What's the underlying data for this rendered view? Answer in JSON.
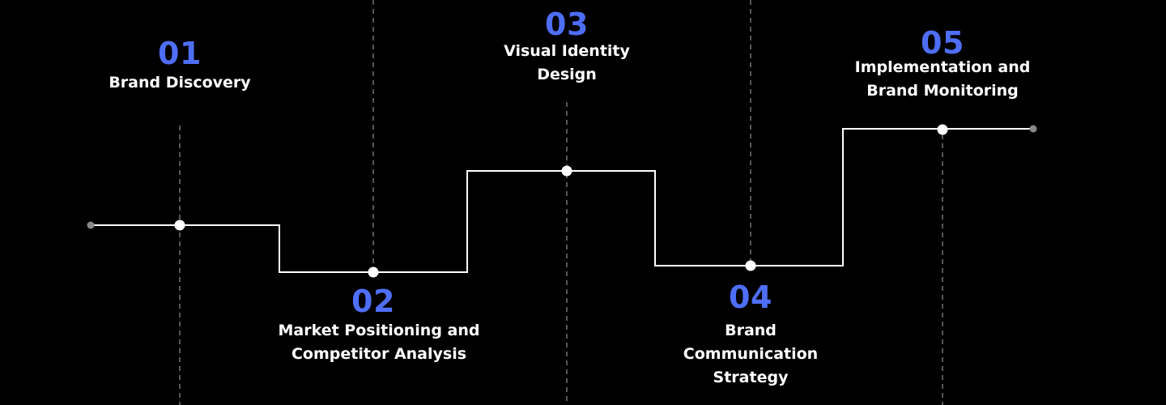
{
  "colors": {
    "background": "#000000",
    "number": "#4f6ef7",
    "label": "#ffffff",
    "path": "#ffffff",
    "guide": "#6b6b6b",
    "endpoint": "#8a8a8a"
  },
  "steps": [
    {
      "number": "01",
      "label_lines": [
        "Brand Discovery"
      ]
    },
    {
      "number": "02",
      "label_lines": [
        "Market Positioning and",
        "Competitor Analysis"
      ]
    },
    {
      "number": "03",
      "label_lines": [
        "Visual Identity",
        "Design"
      ]
    },
    {
      "number": "04",
      "label_lines": [
        "Brand",
        "Communication",
        "Strategy"
      ]
    },
    {
      "number": "05",
      "label_lines": [
        "Implementation and",
        "Brand Monitoring"
      ]
    }
  ]
}
